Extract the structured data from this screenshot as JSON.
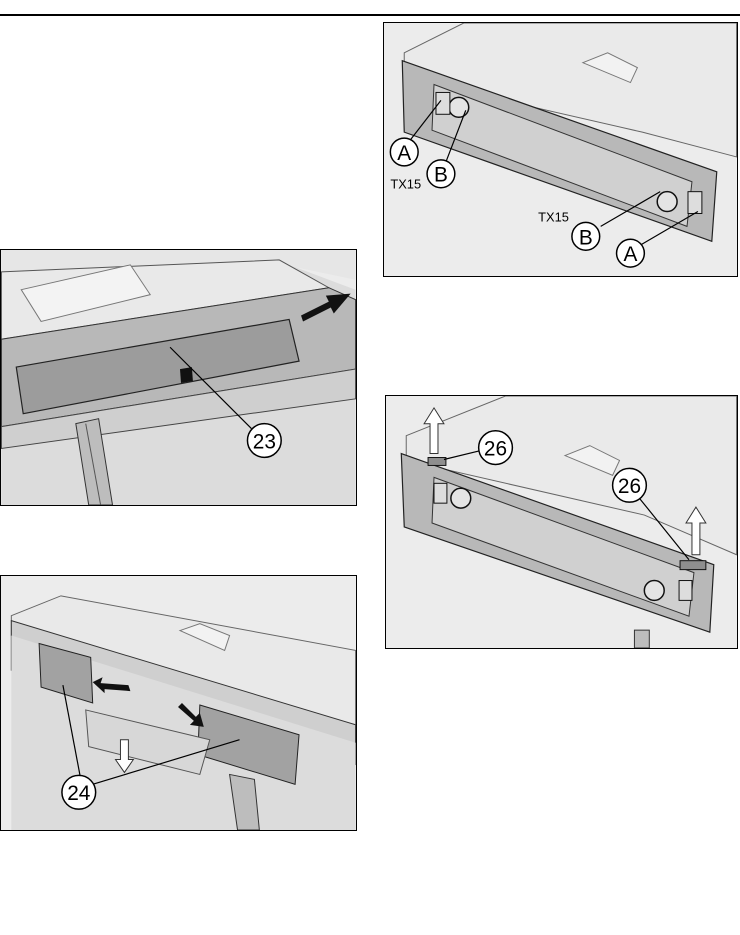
{
  "figures": {
    "fig1": {
      "callout": "23"
    },
    "fig2": {
      "callout": "24"
    },
    "fig3": {
      "callout_a": "A",
      "callout_b": "B",
      "torx_label": "TX15"
    },
    "fig4": {
      "callout": "26"
    }
  },
  "colors": {
    "panel_bg": "#ececec",
    "surface": "#d2d2d2",
    "dark_strip": "#9a9a9a",
    "arrow_fill": "#111111"
  }
}
